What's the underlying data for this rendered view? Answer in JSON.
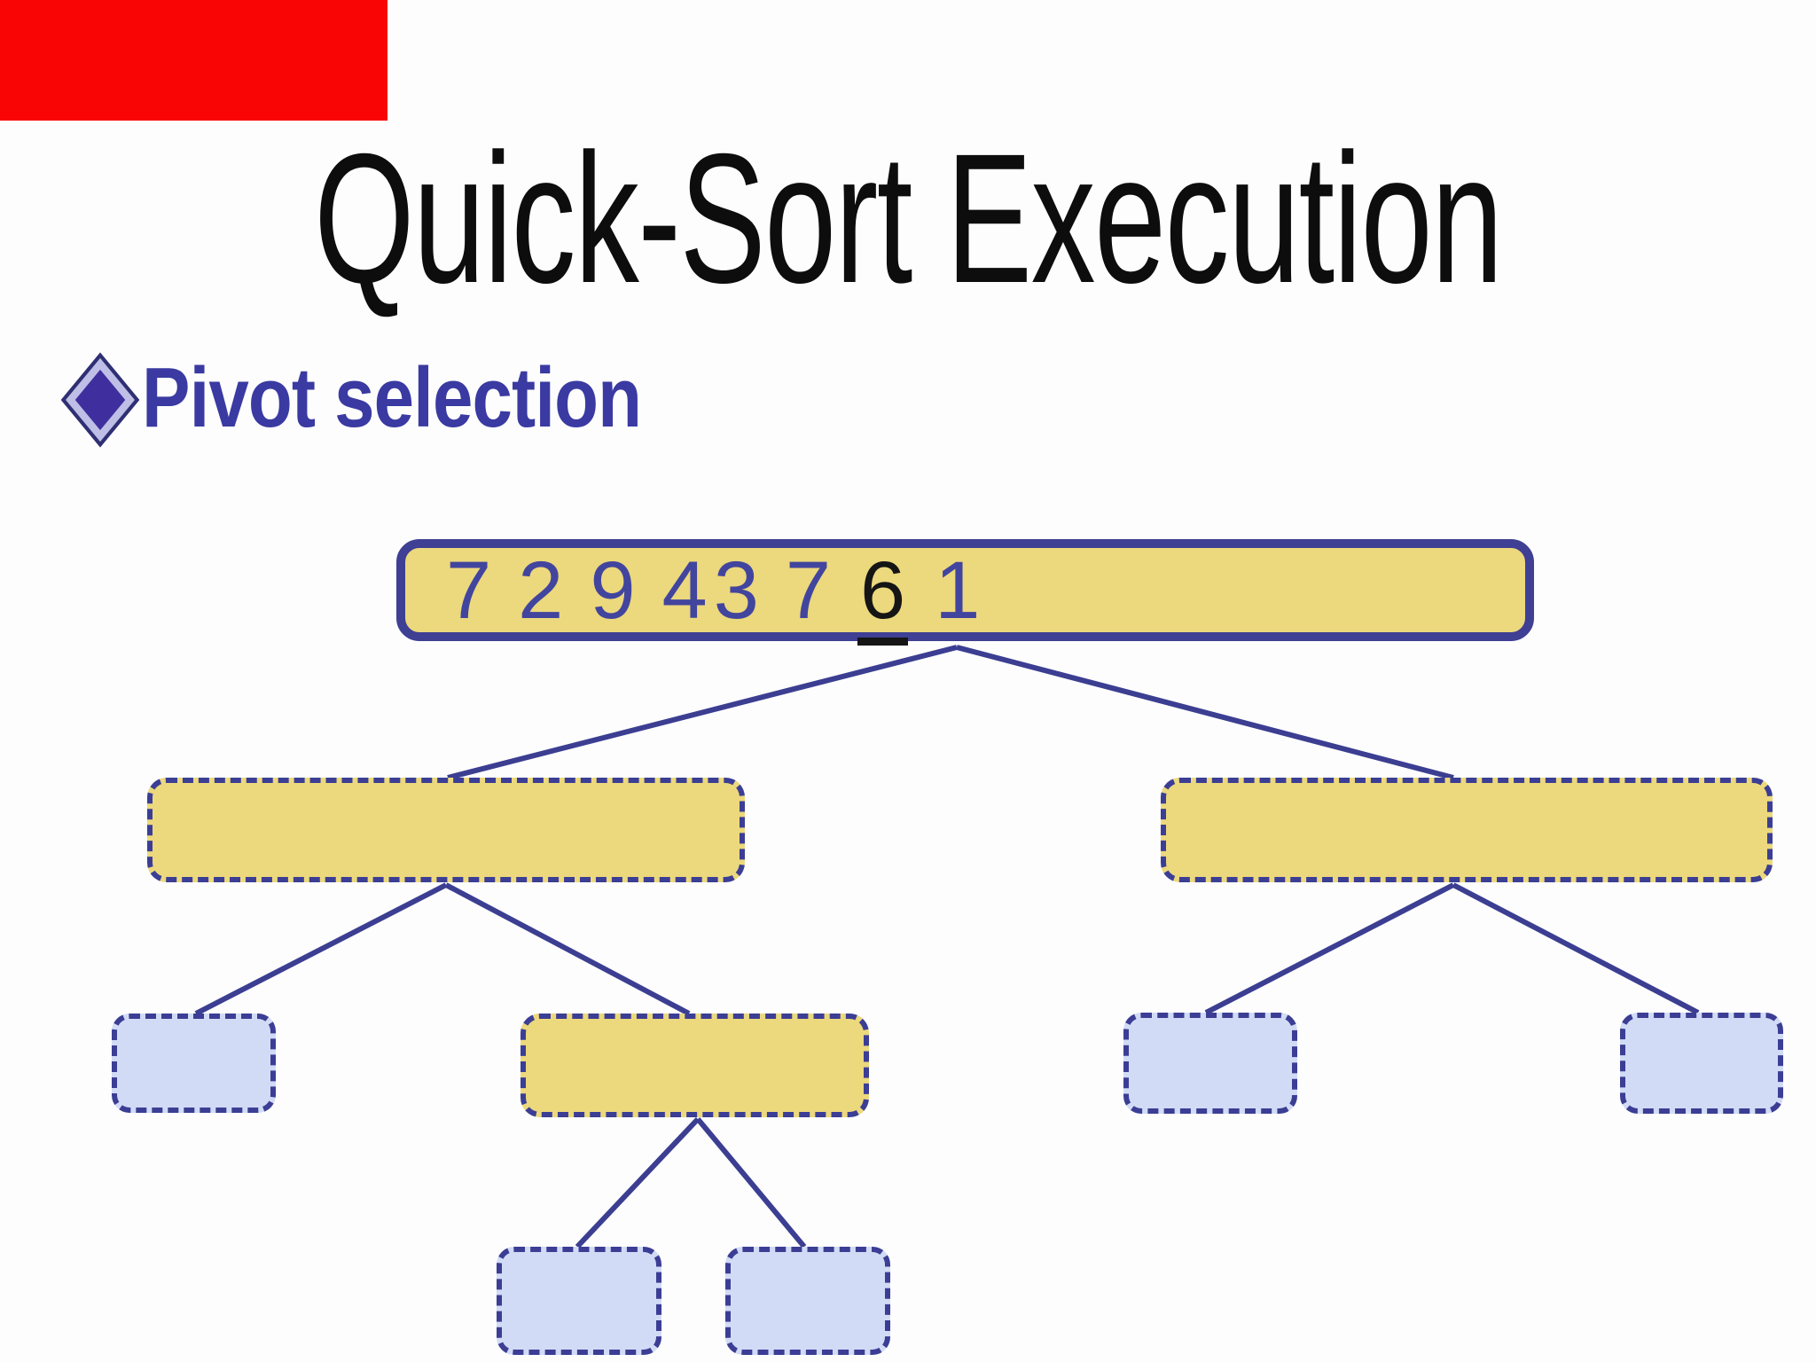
{
  "slide": {
    "title": "Quick-Sort Execution",
    "bullet": {
      "icon": "diamond-bullet-icon",
      "label": "Pivot selection"
    }
  },
  "tree": {
    "root": {
      "values": [
        "7",
        "2",
        "9",
        "4",
        "3",
        "7",
        "6",
        "1"
      ],
      "pivot_value": "6",
      "pivot_index": 6,
      "style": "yellow-solid"
    },
    "children": [
      {
        "id": "left-partition",
        "style": "yellow-dashed",
        "label": "",
        "children": [
          {
            "id": "left-left-leaf",
            "style": "blue-dashed",
            "label": ""
          },
          {
            "id": "left-right-partition",
            "style": "yellow-dashed",
            "label": "",
            "children": [
              {
                "id": "bottom-left-leaf",
                "style": "blue-dashed",
                "label": ""
              },
              {
                "id": "bottom-right-leaf",
                "style": "blue-dashed",
                "label": ""
              }
            ]
          }
        ]
      },
      {
        "id": "right-partition",
        "style": "yellow-dashed",
        "label": "",
        "children": [
          {
            "id": "right-left-leaf",
            "style": "blue-dashed",
            "label": ""
          },
          {
            "id": "right-right-leaf",
            "style": "blue-dashed",
            "label": ""
          }
        ]
      }
    ]
  },
  "colors": {
    "red_banner": "#f90505",
    "title_text": "#0d0d0d",
    "bullet_text": "#3a3aa2",
    "node_border": "#3b3e94",
    "node_fill_yellow": "#ecd87d",
    "node_fill_blue": "#d2dbf6",
    "connector": "#3b3e91",
    "digit_text": "#42459e",
    "pivot_digit_text": "#151515"
  }
}
